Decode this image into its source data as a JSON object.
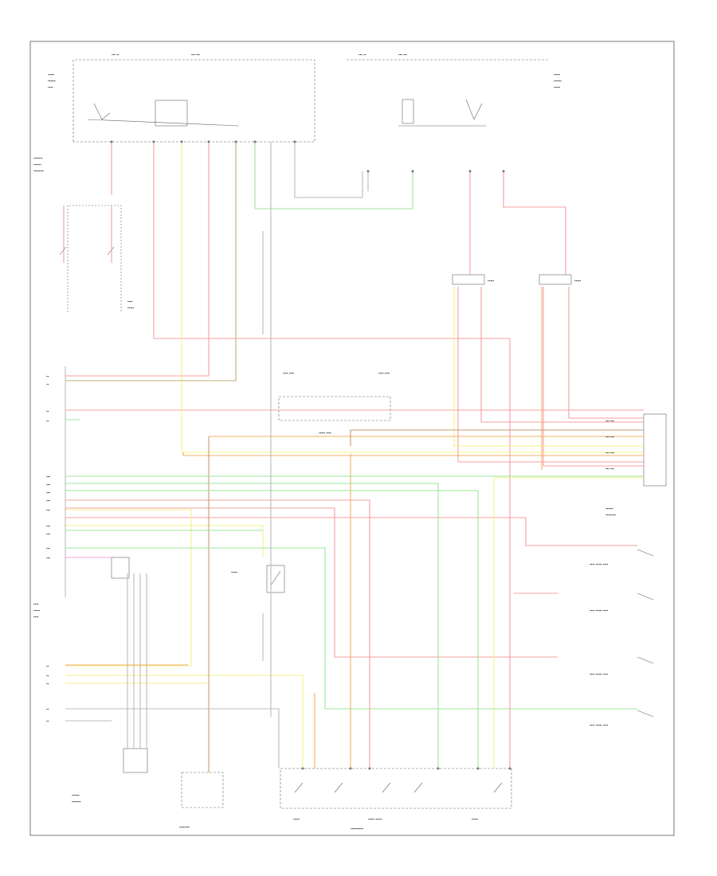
{
  "diagram": {
    "corner_code": "",
    "wire_colors": {
      "red": "#f4a0a0",
      "yellow": "#f5f08a",
      "orange": "#f2b066",
      "green": "#9fe59a",
      "pink": "#f3a7d8",
      "black": "#777777",
      "olive": "#b9b37a",
      "brown": "#c79a70",
      "gray": "#bbbbbb"
    },
    "components": [
      "junction-box-left",
      "junction-box-right",
      "left-headlight",
      "right-headlight",
      "combination-meter",
      "connector-right",
      "door-switch-left-front",
      "door-switch-right-front",
      "door-switch-left-rear",
      "door-switch-right-rear",
      "dimmer-switch",
      "light-control-switch",
      "headlight-switch",
      "body-ecu"
    ]
  }
}
